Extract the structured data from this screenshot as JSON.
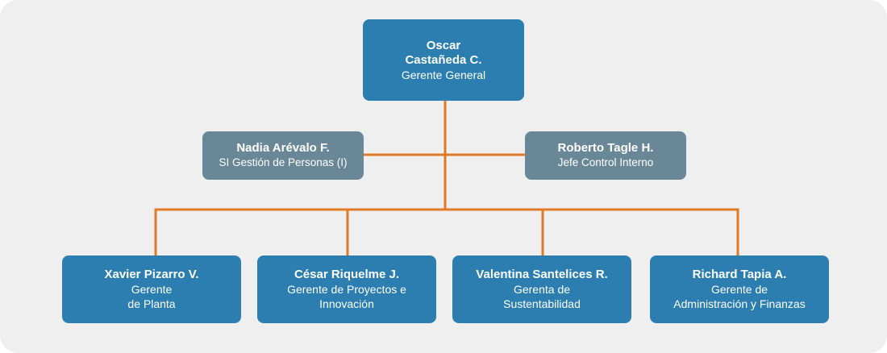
{
  "colors": {
    "background": "#efefef",
    "primary_box": "#2b7eaf",
    "staff_box": "#6a8797",
    "connector": "#e07a26",
    "text": "#ffffff"
  },
  "ceo": {
    "name_lines": [
      "Oscar",
      "Castañeda C."
    ],
    "role_lines": [
      "Gerente General"
    ]
  },
  "staff": [
    {
      "name_lines": [
        "Nadia Arévalo F."
      ],
      "role_lines": [
        "SI Gestión de Personas (I)"
      ]
    },
    {
      "name_lines": [
        "Roberto Tagle H."
      ],
      "role_lines": [
        "Jefe Control Interno"
      ]
    }
  ],
  "managers": [
    {
      "name_lines": [
        "Xavier Pizarro V."
      ],
      "role_lines": [
        "Gerente",
        "de Planta"
      ]
    },
    {
      "name_lines": [
        "César Riquelme J."
      ],
      "role_lines": [
        "Gerente de Proyectos e",
        "Innovación"
      ]
    },
    {
      "name_lines": [
        "Valentina Santelices R."
      ],
      "role_lines": [
        "Gerenta de",
        "Sustentabilidad"
      ]
    },
    {
      "name_lines": [
        "Richard Tapia A."
      ],
      "role_lines": [
        "Gerente de",
        "Administración y Finanzas"
      ]
    }
  ]
}
